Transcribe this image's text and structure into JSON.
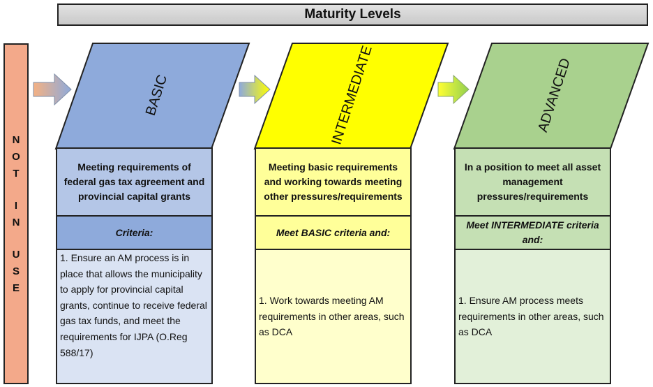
{
  "title": "Maturity Levels",
  "not_in_use": "NOT IN USE",
  "levels": [
    {
      "name": "BASIC",
      "description": "Meeting requirements of federal gas tax agreement and provincial capital grants",
      "criteria": "Criteria:",
      "detail": "1. Ensure an AM process is in place that allows the municipality to apply for provincial capital grants, continue to receive federal gas tax funds, and meet the requirements for IJPA (O.Reg 588/17)"
    },
    {
      "name": "INTERMEDIATE",
      "description": "Meeting basic requirements and working towards meeting other pressures/requirements",
      "criteria": "Meet BASIC criteria and:",
      "detail": "1. Work towards meeting AM requirements in other areas, such as DCA"
    },
    {
      "name": "ADVANCED",
      "description": "In a position to meet all asset management pressures/requirements",
      "criteria": "Meet INTERMEDIATE criteria and:",
      "detail": "1. Ensure AM process meets requirements in other areas, such as DCA"
    }
  ],
  "colors": {
    "basic_top": "#8eaadb",
    "basic_mid": "#b4c6e7",
    "basic_body": "#dae3f3",
    "intermediate_top": "#ffff00",
    "intermediate_mid": "#ffff99",
    "intermediate_body": "#ffffcc",
    "advanced_top": "#a9d18e",
    "advanced_mid": "#c5e0b4",
    "advanced_body": "#e2f0d9",
    "not_in_use": "#f3a98a"
  }
}
